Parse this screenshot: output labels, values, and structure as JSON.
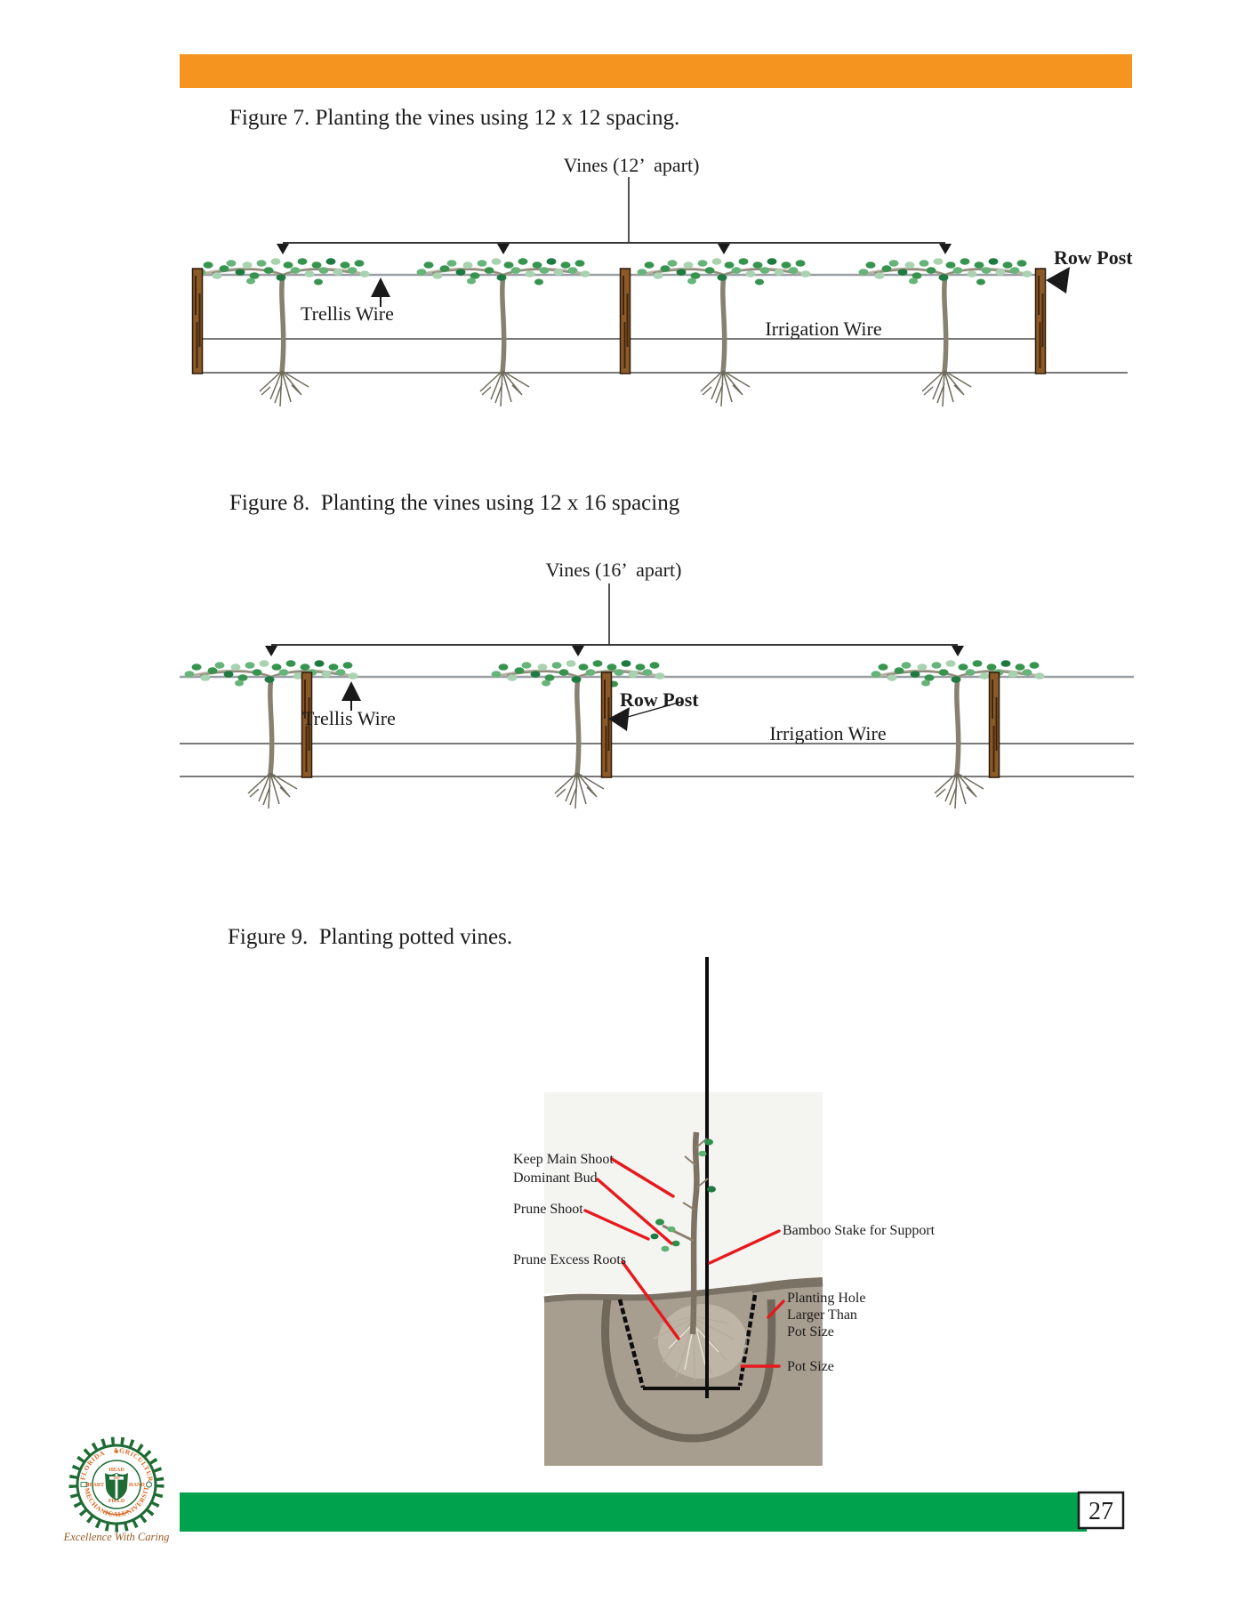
{
  "page": {
    "number": "27"
  },
  "bars": {
    "top_color": "#F5941F",
    "bottom_color": "#00A24D"
  },
  "figure7": {
    "title": "Figure 7. Planting the vines using 12 x 12 spacing.",
    "labels": {
      "vines_spacing": "Vines (12’  apart)",
      "trellis_wire": "Trellis Wire",
      "irrigation_wire": "Irrigation Wire",
      "row_post": "Row Post"
    }
  },
  "figure8": {
    "title": "Figure 8.  Planting the vines using 12 x 16 spacing",
    "labels": {
      "vines_spacing": "Vines (16’  apart)",
      "trellis_wire": "Trellis Wire",
      "irrigation_wire": "Irrigation Wire",
      "row_post": "Row Post"
    }
  },
  "figure9": {
    "title": "Figure 9.  Planting potted vines.",
    "labels": {
      "keep_main_shoot": "Keep Main Shoot",
      "dominant_bud": "Dominant Bud",
      "prune_shoot": "Prune Shoot",
      "prune_excess_roots": "Prune Excess Roots",
      "bamboo_stake": "Bamboo Stake for Support",
      "planting_hole_line1": "Planting Hole",
      "planting_hole_line2": "Larger Than",
      "planting_hole_line3": "Pot Size",
      "pot_size": "Pot Size"
    }
  },
  "logo": {
    "arc_top_left": "FLORIDA",
    "arc_top_right": "AGRICULTURAL",
    "arc_bottom_left": "MECHANICAL",
    "arc_bottom_right": "UNIVERSITY",
    "center_top": "HEAD",
    "center_left": "HEART",
    "center_right": "HAND",
    "center_bottom": "FIELD",
    "year": "1887",
    "motto": "Excellence With Caring"
  }
}
